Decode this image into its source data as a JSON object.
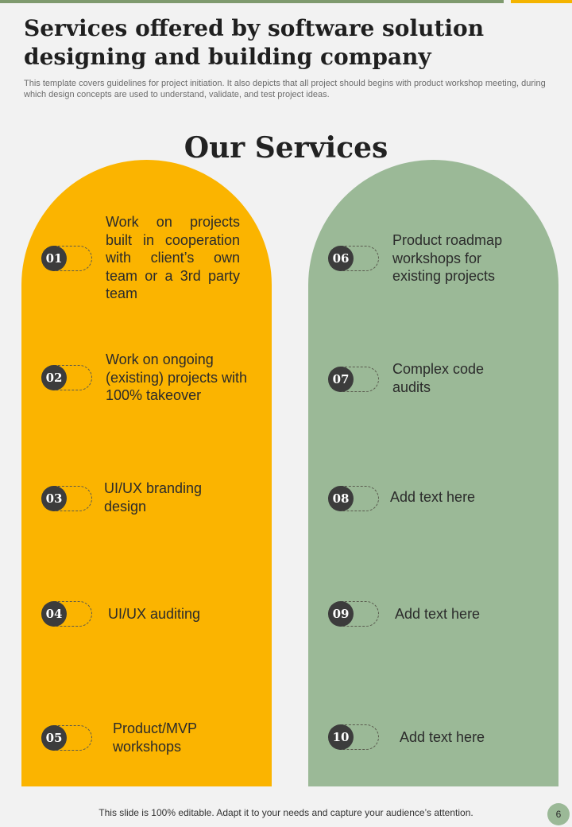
{
  "header": {
    "title": "Services offered by software solution designing and building company",
    "subtitle": "This template covers guidelines for project initiation. It also depicts that all project should begins with product workshop meeting, during which design concepts are used to understand, validate, and test project ideas."
  },
  "section": {
    "heading": "Our Services"
  },
  "colors": {
    "yellow_arch": "#fbb400",
    "green_arch": "#9bb997",
    "number_circle": "#3c3c3c"
  },
  "services": [
    {
      "number": "01",
      "text": "Work on projects built in cooperation with client’s own team or a 3rd party team"
    },
    {
      "number": "02",
      "text": "Work on ongoing (existing) projects with 100% takeover"
    },
    {
      "number": "03",
      "text": "UI/UX branding design"
    },
    {
      "number": "04",
      "text": "UI/UX auditing"
    },
    {
      "number": "05",
      "text": "Product/MVP workshops"
    },
    {
      "number": "06",
      "text": "Product roadmap workshops for existing projects"
    },
    {
      "number": "07",
      "text": "Complex code audits"
    },
    {
      "number": "08",
      "text": "Add text here"
    },
    {
      "number": "09",
      "text": "Add text here"
    },
    {
      "number": "10",
      "text": "Add text here"
    }
  ],
  "footer": {
    "text": "This slide is 100% editable. Adapt it to your needs and capture your audience’s attention.",
    "page_number": "6"
  }
}
